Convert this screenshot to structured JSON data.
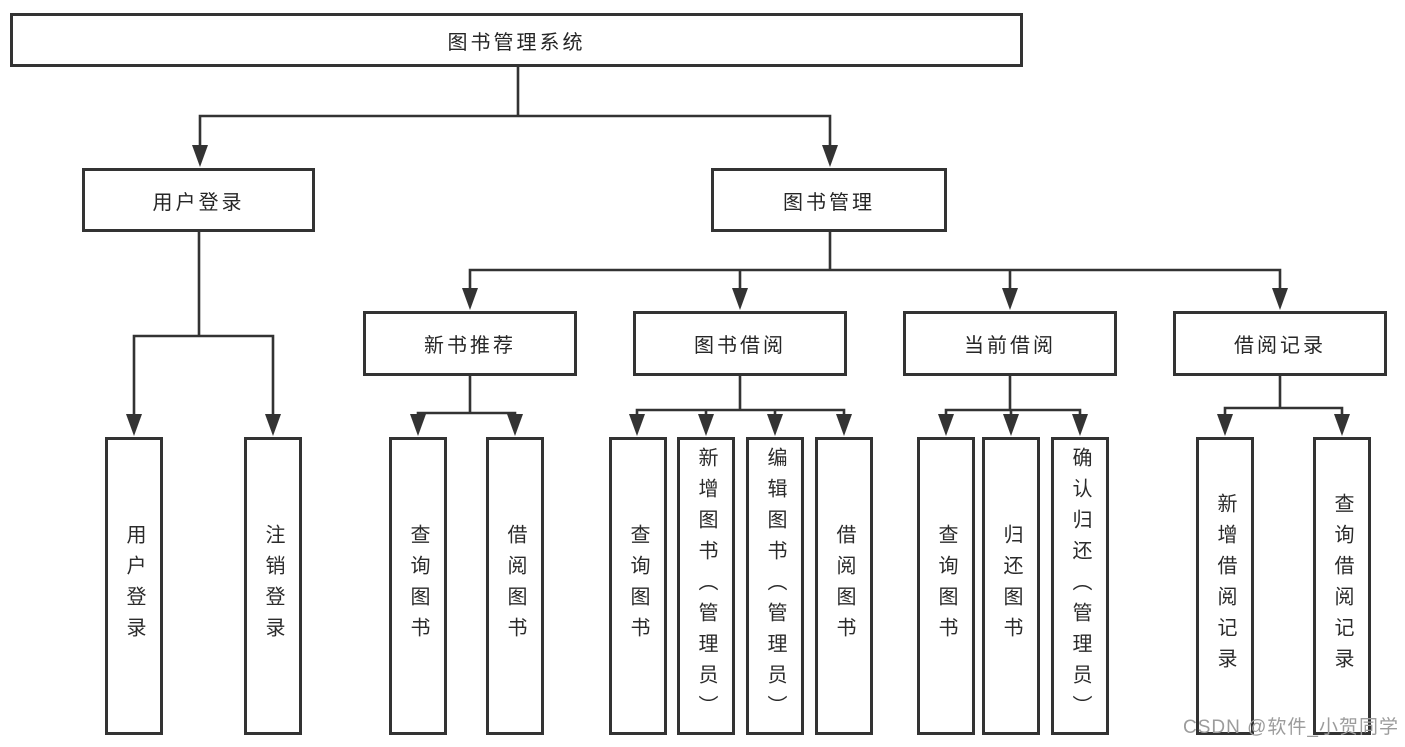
{
  "diagram": {
    "root": {
      "label": "图书管理系统"
    },
    "level2": {
      "user_login": {
        "label": "用户登录"
      },
      "book_management": {
        "label": "图书管理"
      }
    },
    "level3": {
      "new_book_recommend": {
        "label": "新书推荐"
      },
      "book_borrow": {
        "label": "图书借阅"
      },
      "current_borrow": {
        "label": "当前借阅"
      },
      "borrow_record": {
        "label": "借阅记录"
      }
    },
    "leaves": {
      "user_login": [
        {
          "label": "用户登录"
        },
        {
          "label": "注销登录"
        }
      ],
      "new_book_recommend": [
        {
          "label": "查询图书"
        },
        {
          "label": "借阅图书"
        }
      ],
      "book_borrow": [
        {
          "label": "查询图书"
        },
        {
          "label": "新增图书（管理员）"
        },
        {
          "label": "编辑图书（管理员）"
        },
        {
          "label": "借阅图书"
        }
      ],
      "current_borrow": [
        {
          "label": "查询图书"
        },
        {
          "label": "归还图书"
        },
        {
          "label": "确认归还（管理员）"
        }
      ],
      "borrow_record": [
        {
          "label": "新增借阅记录"
        },
        {
          "label": "查询借阅记录"
        }
      ]
    }
  },
  "watermark": {
    "text": "CSDN @软件_小贺同学"
  },
  "colors": {
    "line": "#333333",
    "text": "#262626",
    "watermark": "#9c9c9c",
    "background": "#ffffff"
  }
}
